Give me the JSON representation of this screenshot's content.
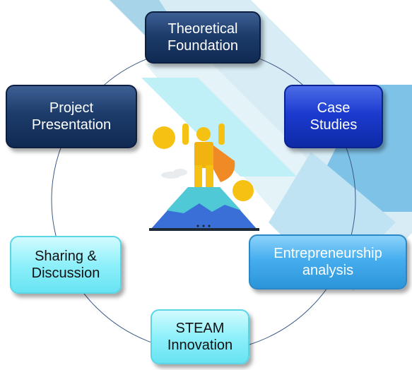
{
  "diagram": {
    "nodes": [
      {
        "id": "theoretical",
        "label": "Theoretical\nFoundation",
        "style": "dark"
      },
      {
        "id": "case",
        "label": "Case\nStudies",
        "style": "blue"
      },
      {
        "id": "entre",
        "label": "Entrepreneurship\nanalysis",
        "style": "sky"
      },
      {
        "id": "steam",
        "label": "STEAM\nInnovation",
        "style": "cyan"
      },
      {
        "id": "sharing",
        "label": "Sharing &\nDiscussion",
        "style": "cyan"
      },
      {
        "id": "project",
        "label": "Project\nPresentation",
        "style": "dark"
      }
    ],
    "center_icon": "hero-on-mountain-icon",
    "colors": {
      "dark": "#1d3c6b",
      "blue": "#1c3bcf",
      "sky": "#46aeee",
      "cyan": "#8ef0fa",
      "ring": "#3b5a86",
      "band_light": "#cfe8f2",
      "band_mid": "#8cc8ea"
    }
  }
}
